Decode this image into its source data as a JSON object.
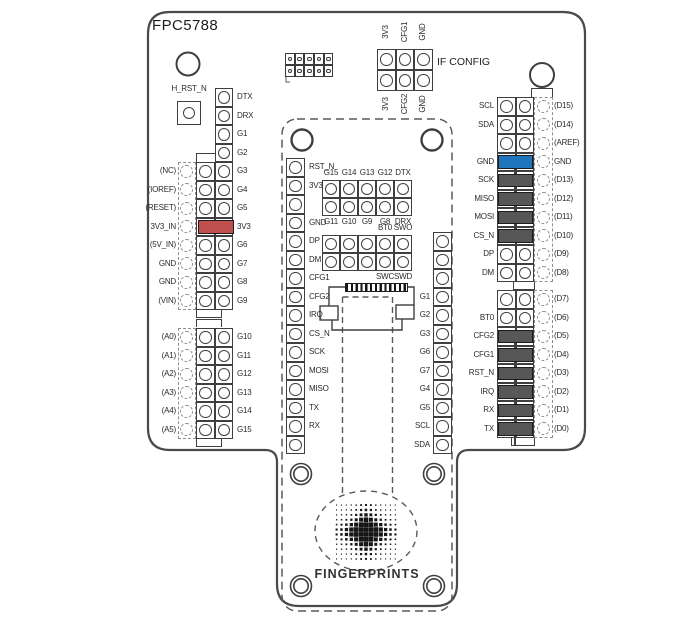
{
  "title": "FPC5788",
  "brand": "FINGERPRINTS",
  "h_rst": {
    "label": "H_RST_N"
  },
  "if_config": {
    "label": "IF CONFIG",
    "top_labels": [
      "3V3",
      "CFG1",
      "GND"
    ],
    "bottom_labels": [
      "3V3",
      "CFG2",
      "GND"
    ]
  },
  "left_header": {
    "right_labels": [
      "DTX",
      "DRX",
      "G1",
      "G2",
      "G3",
      "G4",
      "G5",
      "3V3",
      "G6",
      "G7",
      "G8",
      "G9"
    ],
    "left_labels": [
      "(NC)",
      "(IOREF)",
      "(RESET)",
      "3V3_IN",
      "(5V_IN)",
      "GND",
      "GND",
      "(VIN)"
    ],
    "jumpers": [
      {
        "row": 3,
        "color": "red"
      }
    ]
  },
  "analog_header": {
    "left_labels": [
      "(A0)",
      "(A1)",
      "(A2)",
      "(A3)",
      "(A4)",
      "(A5)"
    ],
    "right_labels": [
      "G10",
      "G11",
      "G12",
      "G13",
      "G14",
      "G15"
    ]
  },
  "module": {
    "left_pins": [
      "RST_N",
      "3V3",
      "",
      "GND",
      "DP",
      "DM",
      "CFG1",
      "CFG2",
      "IRQ",
      "CS_N",
      "SCK",
      "MOSI",
      "MISO",
      "TX",
      "RX",
      ""
    ],
    "right_pins": [
      "",
      "",
      "",
      "G1",
      "G2",
      "G3",
      "G6",
      "G7",
      "G4",
      "G5",
      "SCL",
      "SDA"
    ],
    "grid1_top": [
      "G15",
      "G14",
      "G13",
      "G12",
      "DTX"
    ],
    "grid1_bottom": [
      "G11",
      "G10",
      "G9",
      "G8",
      "DRX"
    ],
    "grid2_top": [
      "",
      "",
      "",
      "BT0",
      "SWO"
    ],
    "grid2_bottom": [
      "",
      "",
      "",
      "SWC",
      "SWD"
    ]
  },
  "right_top_header": {
    "left_labels": [
      "SCL",
      "SDA",
      "",
      "GND",
      "SCK",
      "MISO",
      "MOSI",
      "CS_N",
      "DP",
      "DM"
    ],
    "right_labels": [
      "(D15)",
      "(D14)",
      "(AREF)",
      "GND",
      "(D13)",
      "(D12)",
      "(D11)",
      "(D10)",
      "(D9)",
      "(D8)"
    ],
    "jumpers": [
      {
        "row": 3,
        "color": "blue"
      },
      {
        "row": 4,
        "color": "gray"
      },
      {
        "row": 5,
        "color": "gray"
      },
      {
        "row": 6,
        "color": "gray"
      },
      {
        "row": 7,
        "color": "gray"
      }
    ]
  },
  "right_bottom_header": {
    "left_labels": [
      "",
      "BT0",
      "CFG2",
      "CFG1",
      "RST_N",
      "IRQ",
      "RX",
      "TX"
    ],
    "right_labels": [
      "(D7)",
      "(D6)",
      "(D5)",
      "(D4)",
      "(D3)",
      "(D2)",
      "(D1)",
      "(D0)"
    ],
    "jumpers": [
      {
        "row": 2,
        "color": "gray"
      },
      {
        "row": 3,
        "color": "gray"
      },
      {
        "row": 4,
        "color": "gray"
      },
      {
        "row": 5,
        "color": "gray"
      },
      {
        "row": 6,
        "color": "gray"
      },
      {
        "row": 7,
        "color": "gray"
      }
    ]
  },
  "colors": {
    "red": "#C0504D",
    "blue": "#1F76BC",
    "gray": "#575757",
    "line": "#3F3F3F"
  }
}
